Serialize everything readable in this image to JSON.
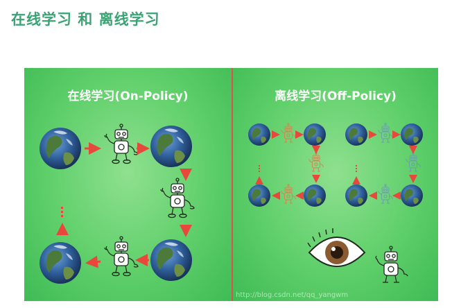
{
  "slide": {
    "title": "在线学习 和 离线学习"
  },
  "on_policy": {
    "label": "在线学习(On-Policy)"
  },
  "off_policy": {
    "label": "离线学习(Off-Policy)"
  },
  "colors": {
    "title_green": "#3aa374",
    "arrow_red": "#e8473c",
    "divider_red": "#d9534f",
    "background_green": "#5fcf6a"
  },
  "watermark": "http://blog.csdn.net/qq_yangwm"
}
